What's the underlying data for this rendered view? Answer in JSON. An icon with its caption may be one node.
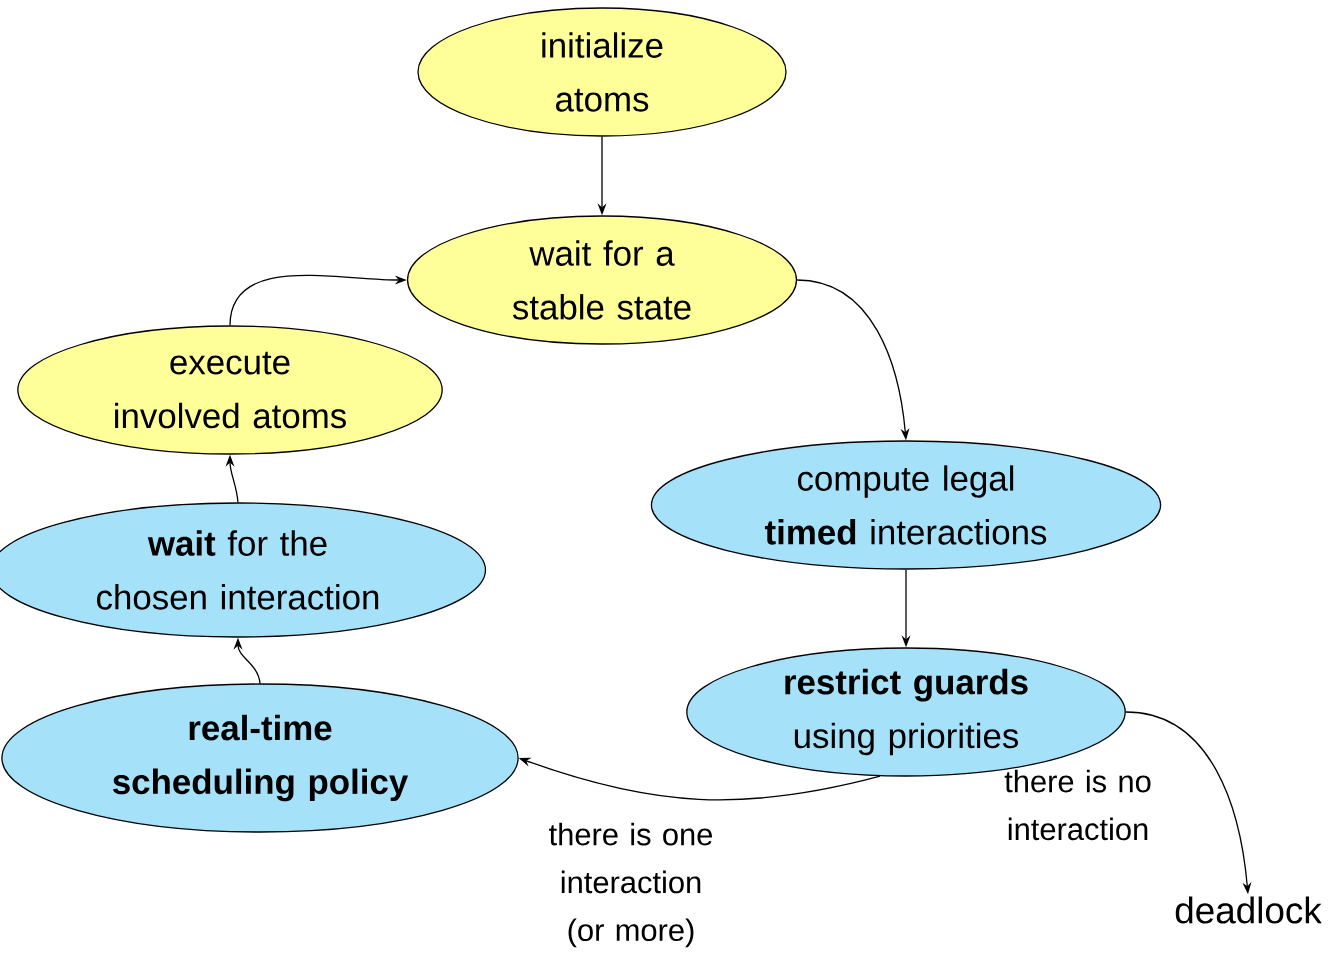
{
  "diagram": {
    "nodes": [
      {
        "text": [
          "initialize atoms"
        ]
      },
      {
        "text": [
          "wait for a stable state"
        ]
      },
      {
        "text": [
          "execute involved atoms"
        ]
      },
      {
        "text": [
          "compute legal **timed** interactions"
        ]
      },
      {
        "text": [
          "**wait** for the chosen interaction"
        ]
      },
      {
        "text": [
          "**restrict guards** using priorities"
        ]
      },
      {
        "text": [
          "real-time scheduling policy"
        ]
      },
      {
        "text": [
          "deadlock"
        ]
      }
    ],
    "edges": [
      {
        "from": 0,
        "to": 1,
        "arrow": "to"
      },
      {
        "from": 1,
        "to": 3,
        "arrow": "to"
      },
      {
        "from": 3,
        "to": 5,
        "arrow": "to"
      },
      {
        "from": 5,
        "to": 6,
        "arrow": "to",
        "label": "there is one interaction (or more)"
      },
      {
        "from": 5,
        "to": 7,
        "arrow": "to",
        "label": "there is no interaction"
      },
      {
        "from": 6,
        "to": 4,
        "arrow": "to"
      },
      {
        "from": 4,
        "to": 2,
        "arrow": "to"
      },
      {
        "from": 2,
        "to": 1,
        "arrow": "to"
      }
    ]
  }
}
